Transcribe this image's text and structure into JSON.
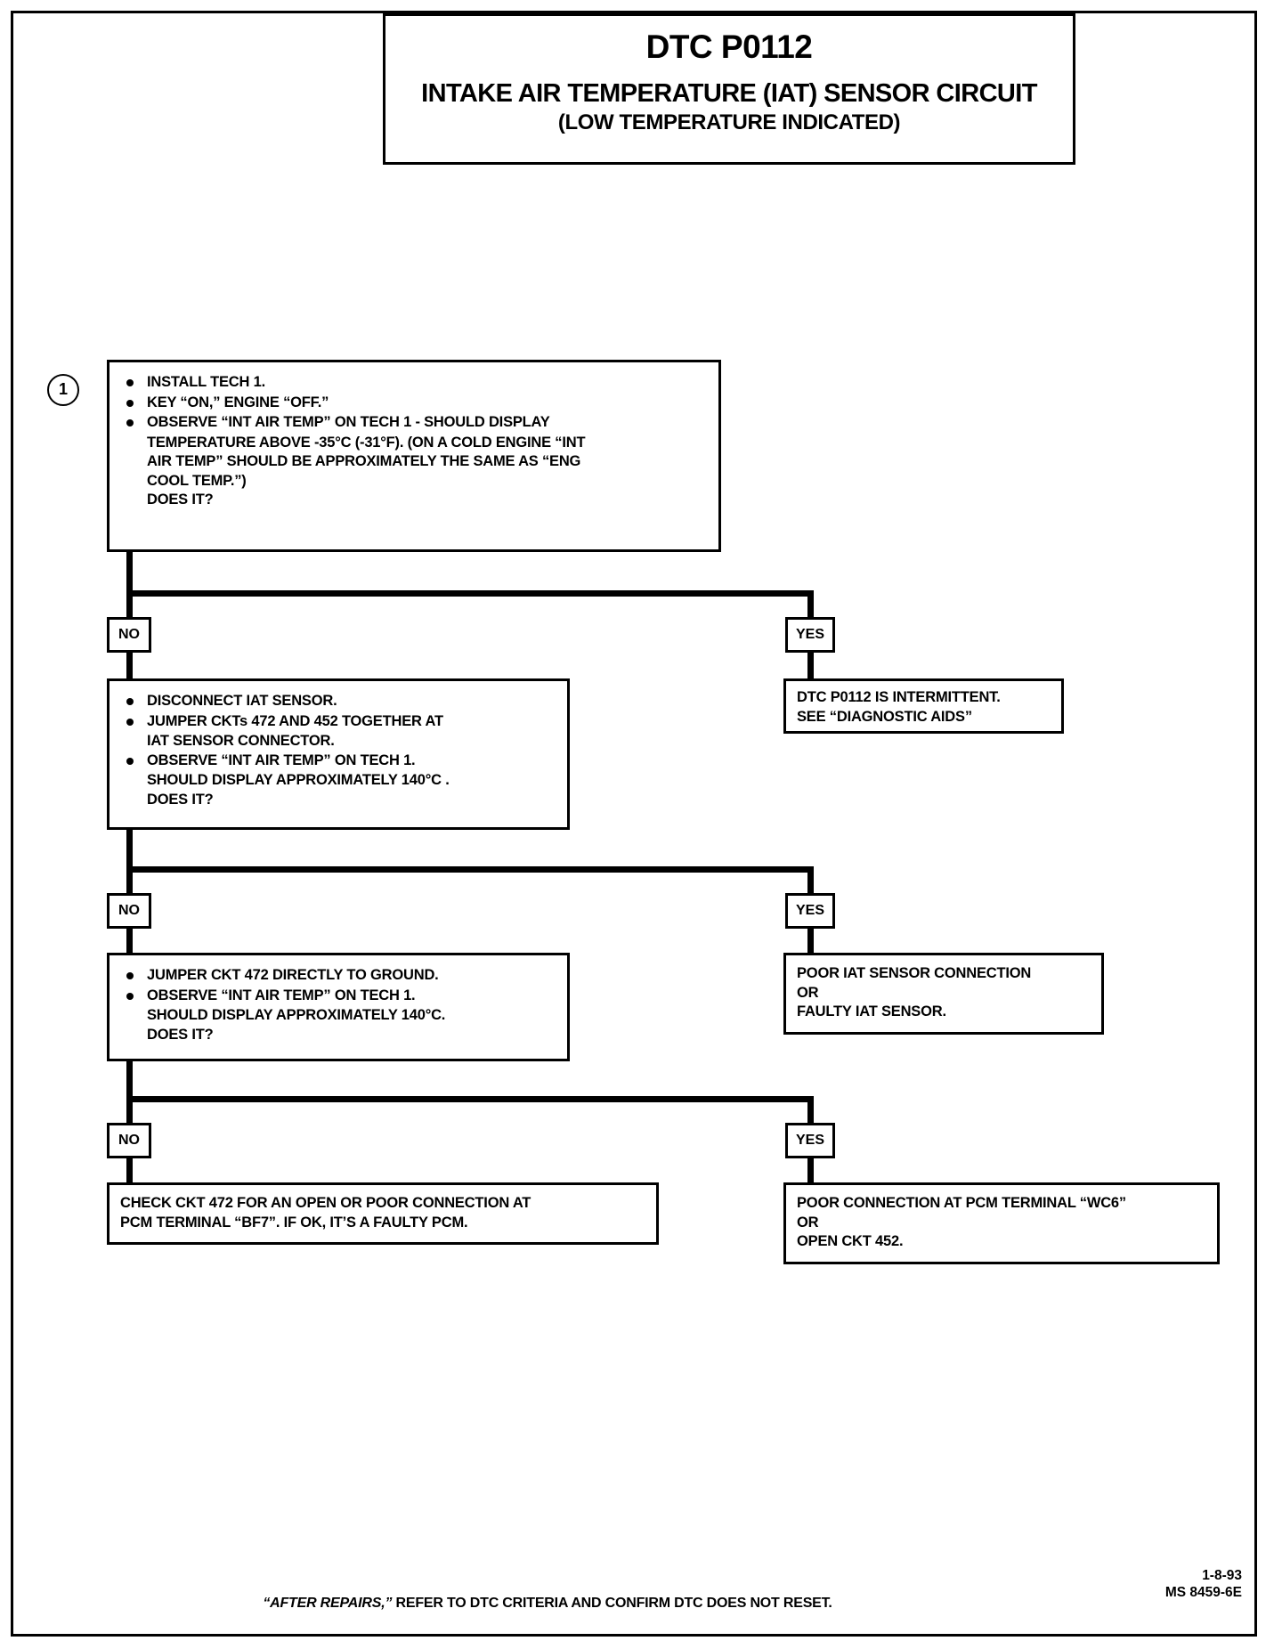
{
  "header": {
    "dtc_code": "DTC P0112",
    "title_line1": "INTAKE AIR TEMPERATURE (IAT) SENSOR CIRCUIT",
    "title_line2": "(LOW TEMPERATURE INDICATED)"
  },
  "step_numbers": {
    "step1": "1"
  },
  "branch_labels": {
    "no": "NO",
    "yes": "YES"
  },
  "boxes": {
    "step1": {
      "bullets": [
        "INSTALL TECH 1.",
        "KEY “ON,” ENGINE “OFF.”",
        "OBSERVE “INT AIR TEMP” ON TECH 1 - SHOULD DISPLAY"
      ],
      "cont_lines": [
        "TEMPERATURE ABOVE -35°C (-31°F). (ON A COLD ENGINE “INT",
        "AIR TEMP” SHOULD BE APPROXIMATELY THE SAME AS “ENG",
        "COOL TEMP.”)",
        "DOES IT?"
      ]
    },
    "step1_yes": {
      "lines": [
        "DTC P0112 IS INTERMITTENT.",
        "SEE “DIAGNOSTIC AIDS”"
      ]
    },
    "step2": {
      "bullet1": "DISCONNECT IAT SENSOR.",
      "bullet2": "JUMPER CKTs 472 AND 452 TOGETHER AT",
      "bullet2_cont": "IAT SENSOR CONNECTOR.",
      "bullet3": "OBSERVE “INT AIR TEMP” ON TECH 1.",
      "bullet3_cont1": "SHOULD DISPLAY APPROXIMATELY 140°C .",
      "bullet3_cont2": "DOES IT?"
    },
    "step2_yes": {
      "lines": [
        "POOR IAT SENSOR CONNECTION",
        "OR",
        "FAULTY IAT SENSOR."
      ]
    },
    "step3": {
      "bullet1": "JUMPER CKT 472 DIRECTLY TO GROUND.",
      "bullet2": "OBSERVE “INT AIR TEMP” ON TECH 1.",
      "bullet2_cont1": "SHOULD DISPLAY APPROXIMATELY 140°C.",
      "bullet2_cont2": "DOES IT?"
    },
    "step3_yes": {
      "lines": [
        "POOR CONNECTION AT PCM TERMINAL “WC6”",
        "OR",
        "OPEN CKT 452."
      ]
    },
    "step3_no": {
      "lines": [
        "CHECK CKT 472 FOR AN OPEN OR POOR CONNECTION AT",
        "PCM TERMINAL “BF7”.  IF OK, IT’S A FAULTY PCM."
      ]
    }
  },
  "footer": {
    "note_lead": "“AFTER REPAIRS,”",
    "note_rest": " REFER TO DTC CRITERIA  AND CONFIRM DTC DOES NOT RESET.",
    "date": "1-8-93",
    "doc_id": "MS 8459-6E"
  },
  "colors": {
    "ink": "#000000",
    "paper": "#ffffff"
  }
}
